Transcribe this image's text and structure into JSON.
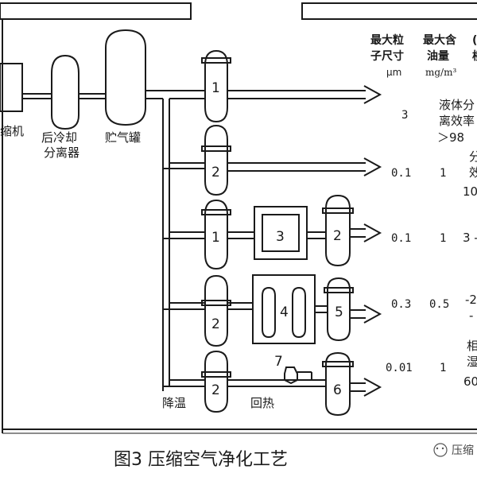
{
  "units": {
    "compressor_partial": "缩机",
    "aftercooler": [
      "后冷却",
      "分离器"
    ],
    "air_tank": "贮气罐"
  },
  "table_header": {
    "col1": [
      "最大粒",
      "子尺寸",
      "μm"
    ],
    "col2": [
      "最大含",
      "油量",
      "mg/m³"
    ],
    "col3_partial": [
      "(",
      "横"
    ]
  },
  "branches": [
    {
      "filters": [
        "1"
      ],
      "size": "3",
      "oil": "",
      "note": [
        "液体分",
        "离效率",
        "＞98"
      ]
    },
    {
      "filters": [
        "2"
      ],
      "size": "0.1",
      "oil": "1",
      "note": [
        "分",
        "效",
        "10"
      ]
    },
    {
      "filters": [
        "1",
        "3",
        "2"
      ],
      "size": "0.1",
      "oil": "1",
      "note": [
        "3 -"
      ]
    },
    {
      "filters": [
        "2",
        "4",
        "5"
      ],
      "size": "0.3",
      "oil": "0.5",
      "note": [
        "-2",
        "-"
      ]
    },
    {
      "filters": [
        "2",
        "7",
        "6"
      ],
      "size": "0.01",
      "oil": "1",
      "note": [
        "相",
        "湿",
        "60"
      ]
    }
  ],
  "labels": {
    "cooling": "降温",
    "reheat": "回热"
  },
  "caption": "图3 压缩空气净化工艺",
  "watermark": "压缩"
}
